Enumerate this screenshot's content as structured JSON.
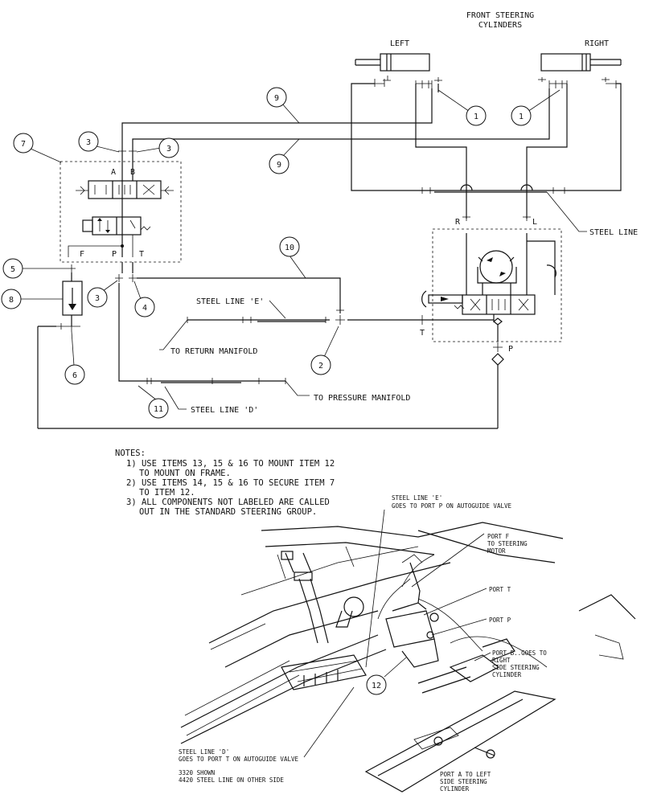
{
  "top_labels": {
    "front_steering_1": "FRONT STEERING",
    "front_steering_2": "CYLINDERS",
    "left": "LEFT",
    "right": "RIGHT",
    "steel_line": "STEEL LINE",
    "steel_line_e": "STEEL LINE 'E'",
    "steel_line_d": "STEEL LINE 'D'",
    "to_return_manifold": "TO RETURN MANIFOLD",
    "to_pressure_manifold": "TO PRESSURE MANIFOLD"
  },
  "valve_ports": {
    "a": "A",
    "b": "B",
    "f": "F",
    "p": "P",
    "t": "T",
    "r": "R",
    "l": "L",
    "t2": "T",
    "p2": "P"
  },
  "callouts": [
    "1",
    "1",
    "3",
    "3",
    "7",
    "9",
    "9",
    "5",
    "3",
    "4",
    "8",
    "10",
    "2",
    "6",
    "11",
    "12"
  ],
  "notes": {
    "title": "NOTES:",
    "lines": [
      "1) USE ITEMS 13, 15 & 16 TO MOUNT ITEM 12",
      "TO MOUNT ON FRAME.",
      "2) USE ITEMS 14, 15 & 16 TO SECURE ITEM 7",
      "TO ITEM 12.",
      "3) ALL COMPONENTS NOT LABELED ARE CALLED",
      "OUT IN THE STANDARD STEERING GROUP."
    ]
  },
  "assembly_labels": {
    "steel_line_e_1": "STEEL LINE 'E'",
    "steel_line_e_2": "GOES TO PORT P ON AUTOGUIDE VALVE",
    "port_f_1": "PORT F",
    "port_f_2": "TO STEERING",
    "port_f_3": "MOTOR",
    "port_t": "PORT T",
    "port_p": "PORT P",
    "port_b_1": "PORT B..GOES TO",
    "port_b_2": "RIGHT",
    "port_b_3": "SIDE STEERING",
    "port_b_4": "CYLINDER",
    "steel_line_d_1": "STEEL LINE 'D'",
    "steel_line_d_2": "GOES TO PORT T ON AUTOGUIDE VALVE",
    "shown_1": "3320 SHOWN",
    "shown_2": "4420 STEEL LINE ON OTHER SIDE",
    "port_a_1": "PORT A TO LEFT",
    "port_a_2": "SIDE STEERING",
    "port_a_3": "CYLINDER"
  }
}
